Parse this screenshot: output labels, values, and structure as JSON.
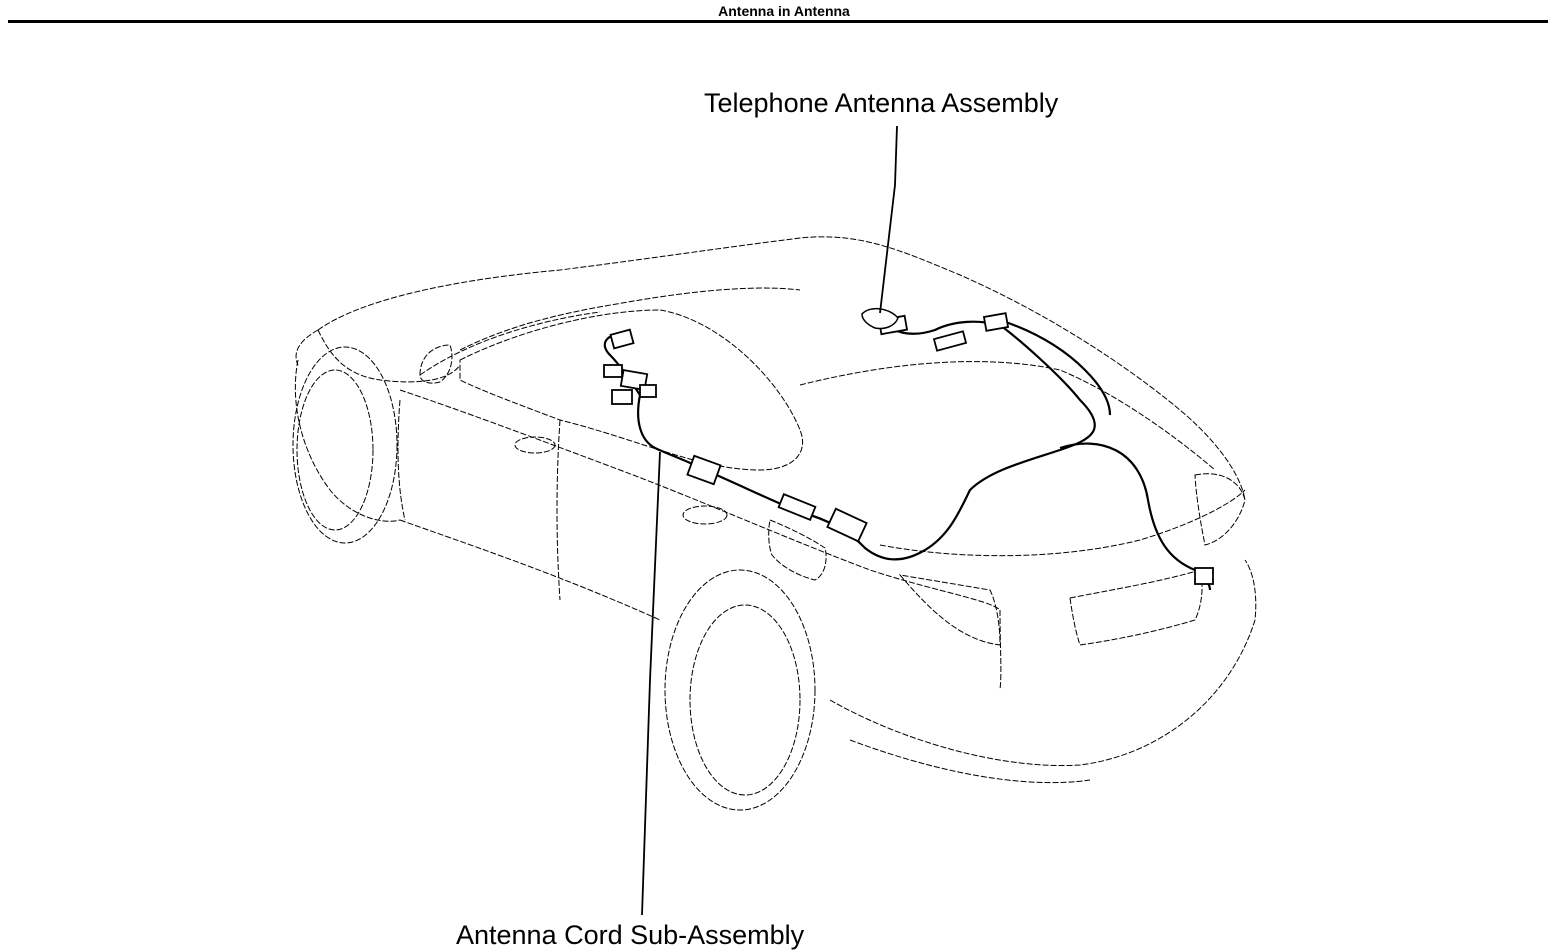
{
  "header": {
    "title": "Antenna in Antenna"
  },
  "callouts": {
    "telephone_antenna": "Telephone Antenna Assembly",
    "antenna_cord": "Antenna Cord Sub-Assembly"
  },
  "colors": {
    "ink": "#000000",
    "background": "#ffffff"
  }
}
